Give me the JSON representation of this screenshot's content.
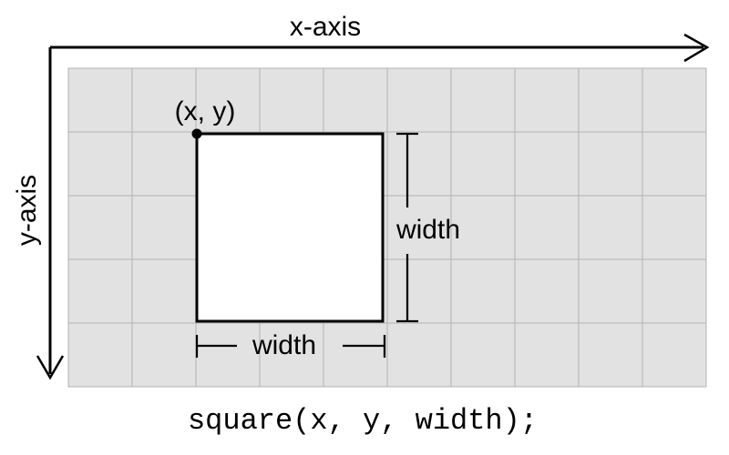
{
  "figure": {
    "x_axis_label": "x-axis",
    "y_axis_label": "y-axis",
    "corner_label": "(x, y)",
    "width_label_vertical": "width",
    "width_label_horizontal": "width",
    "caption": "square(x, y, width);"
  },
  "colors": {
    "background": "#ffffff",
    "grid_fill": "#e2e2e2",
    "grid_line": "#b3b3b3",
    "square_fill": "#ffffff",
    "ink": "#000000"
  }
}
